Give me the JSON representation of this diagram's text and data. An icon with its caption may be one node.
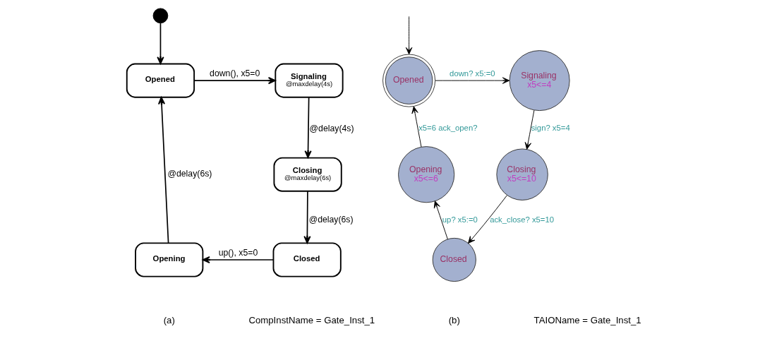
{
  "diagram": {
    "nodes": [
      {
        "text": [],
        "shape": "circle"
      },
      {
        "text": [
          "Opened"
        ]
      },
      {
        "text": [
          "Signaling",
          "@maxdelay(4s)"
        ]
      },
      {
        "text": [
          "Closing",
          "@maxdelay(6s)"
        ]
      },
      {
        "text": [
          "Closed"
        ]
      },
      {
        "text": [
          "Opening"
        ]
      },
      {
        "text": [
          "Opened"
        ]
      },
      {
        "text": [
          "Signaling",
          "x5<=4"
        ]
      },
      {
        "text": [
          "Closing",
          "x5<=10"
        ]
      },
      {
        "text": [
          "Closed"
        ]
      },
      {
        "text": [
          "Opening",
          "x5<=6"
        ]
      }
    ],
    "edges": [
      {
        "from": 0,
        "to": 1,
        "arrow": "to"
      },
      {
        "from": 1,
        "to": 2,
        "arrow": "to",
        "label": "down(), x5=0"
      },
      {
        "from": 2,
        "to": 3,
        "arrow": "to",
        "label": "@delay(4s)"
      },
      {
        "from": 3,
        "to": 4,
        "arrow": "to",
        "label": "@delay(6s)"
      },
      {
        "from": 4,
        "to": 5,
        "arrow": "to",
        "label": "up(), x5=0"
      },
      {
        "from": 5,
        "to": 1,
        "arrow": "to",
        "label": "@delay(6s)"
      },
      {
        "from": null,
        "to": 6,
        "arrow": "to"
      },
      {
        "from": 6,
        "to": 7,
        "arrow": "to",
        "label": "down? x5:=0"
      },
      {
        "from": 7,
        "to": 8,
        "arrow": "to",
        "label": "sign? x5=4"
      },
      {
        "from": 8,
        "to": 9,
        "arrow": "to",
        "label": "ack_close? x5=10"
      },
      {
        "from": 9,
        "to": 10,
        "arrow": "to",
        "label": "up? x5:=0"
      },
      {
        "from": 10,
        "to": 6,
        "arrow": "to",
        "label": "x5=6 ack_open?"
      }
    ],
    "labels": [
      "(a)",
      "CompInstName = Gate_Inst_1",
      "(b)",
      "TAIOName = Gate_Inst_1"
    ]
  }
}
